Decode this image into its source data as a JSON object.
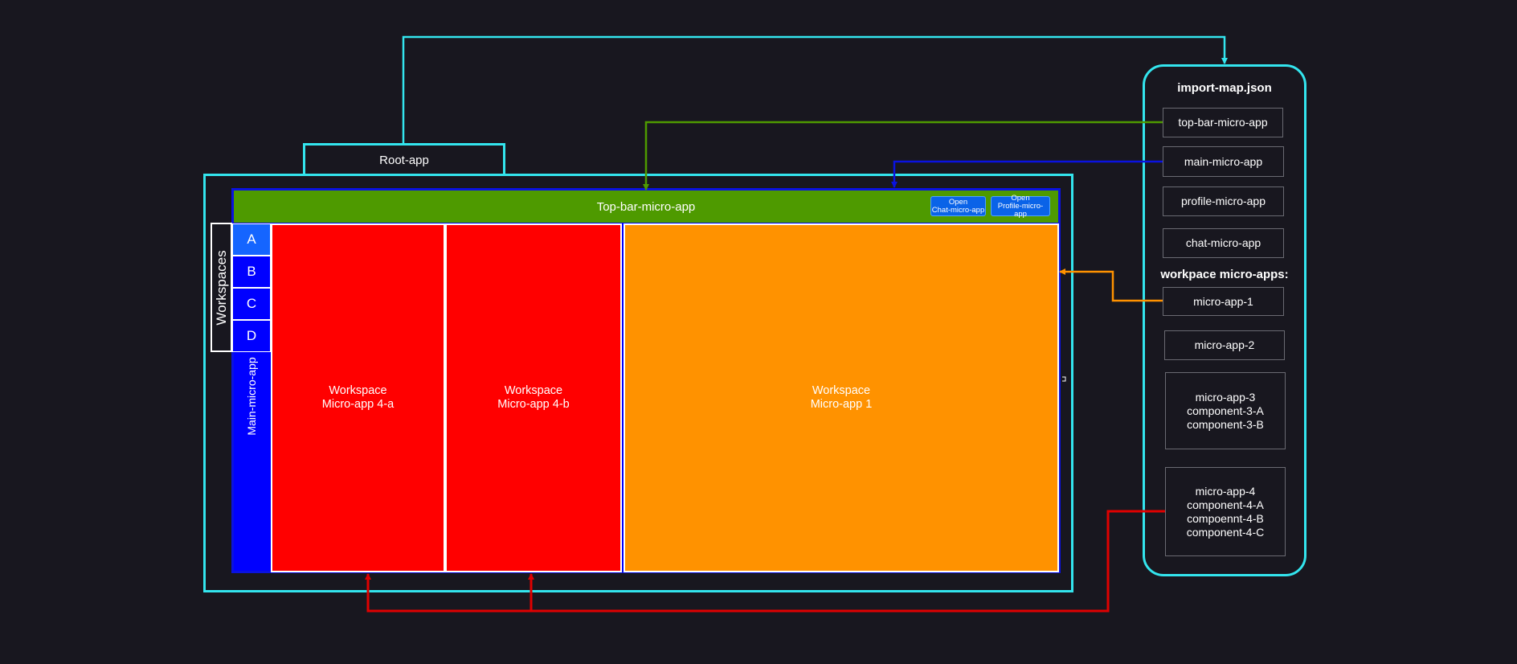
{
  "root_app": {
    "label": "Root-app"
  },
  "top_bar": {
    "label": "Top-bar-micro-app",
    "open_chat": "Open\nChat-micro-app",
    "open_profile": "Open\nProfile-micro-app"
  },
  "workspaces": {
    "label": "Workspaces",
    "items": [
      "A",
      "B",
      "C",
      "D"
    ]
  },
  "main_micro_app": {
    "label": "Main-micro-app"
  },
  "panels": {
    "panel_4a": "Workspace\nMicro-app 4-a",
    "panel_4b": "Workspace\nMicro-app 4-b",
    "panel_1": "Workspace\nMicro-app 1"
  },
  "import_map": {
    "title": "import-map.json",
    "entries": [
      "top-bar-micro-app",
      "main-micro-app",
      "profile-micro-app",
      "chat-micro-app"
    ],
    "workspace_heading": "workpace micro-apps:",
    "workspace_entries": [
      "micro-app-1",
      "micro-app-2",
      "micro-app-3\ncomponent-3-A\ncomponent-3-B",
      "micro-app-4\ncomponent-4-A\ncompoennt-4-B\ncomponent-4-C"
    ]
  },
  "colors": {
    "frame": "#33e5ee",
    "top_bar": "#4e9a00",
    "main": "#0000ff",
    "workspace_red": "#ff0000",
    "workspace_orange": "#ff9200",
    "connector_cyan": "#33e5ee",
    "connector_green": "#4e9a00",
    "connector_blue": "#0a12e0",
    "connector_orange": "#ff9200",
    "connector_red": "#e00000"
  }
}
